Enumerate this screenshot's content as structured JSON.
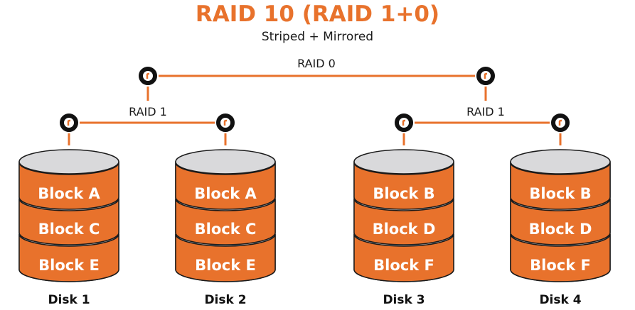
{
  "title": "RAID 10 (RAID 1+0)",
  "subtitle": "Striped + Mirrored",
  "colors": {
    "accent": "#e8722c",
    "disk_top": "#d9d9db",
    "outline": "#1a1a1a"
  },
  "raid0_label": "RAID 0",
  "raid1_labels": [
    "RAID 1",
    "RAID 1"
  ],
  "disks": [
    {
      "name": "Disk 1",
      "blocks": [
        "Block A",
        "Block C",
        "Block E"
      ]
    },
    {
      "name": "Disk 2",
      "blocks": [
        "Block A",
        "Block C",
        "Block E"
      ]
    },
    {
      "name": "Disk 3",
      "blocks": [
        "Block B",
        "Block D",
        "Block F"
      ]
    },
    {
      "name": "Disk 4",
      "blocks": [
        "Block B",
        "Block D",
        "Block F"
      ]
    }
  ]
}
